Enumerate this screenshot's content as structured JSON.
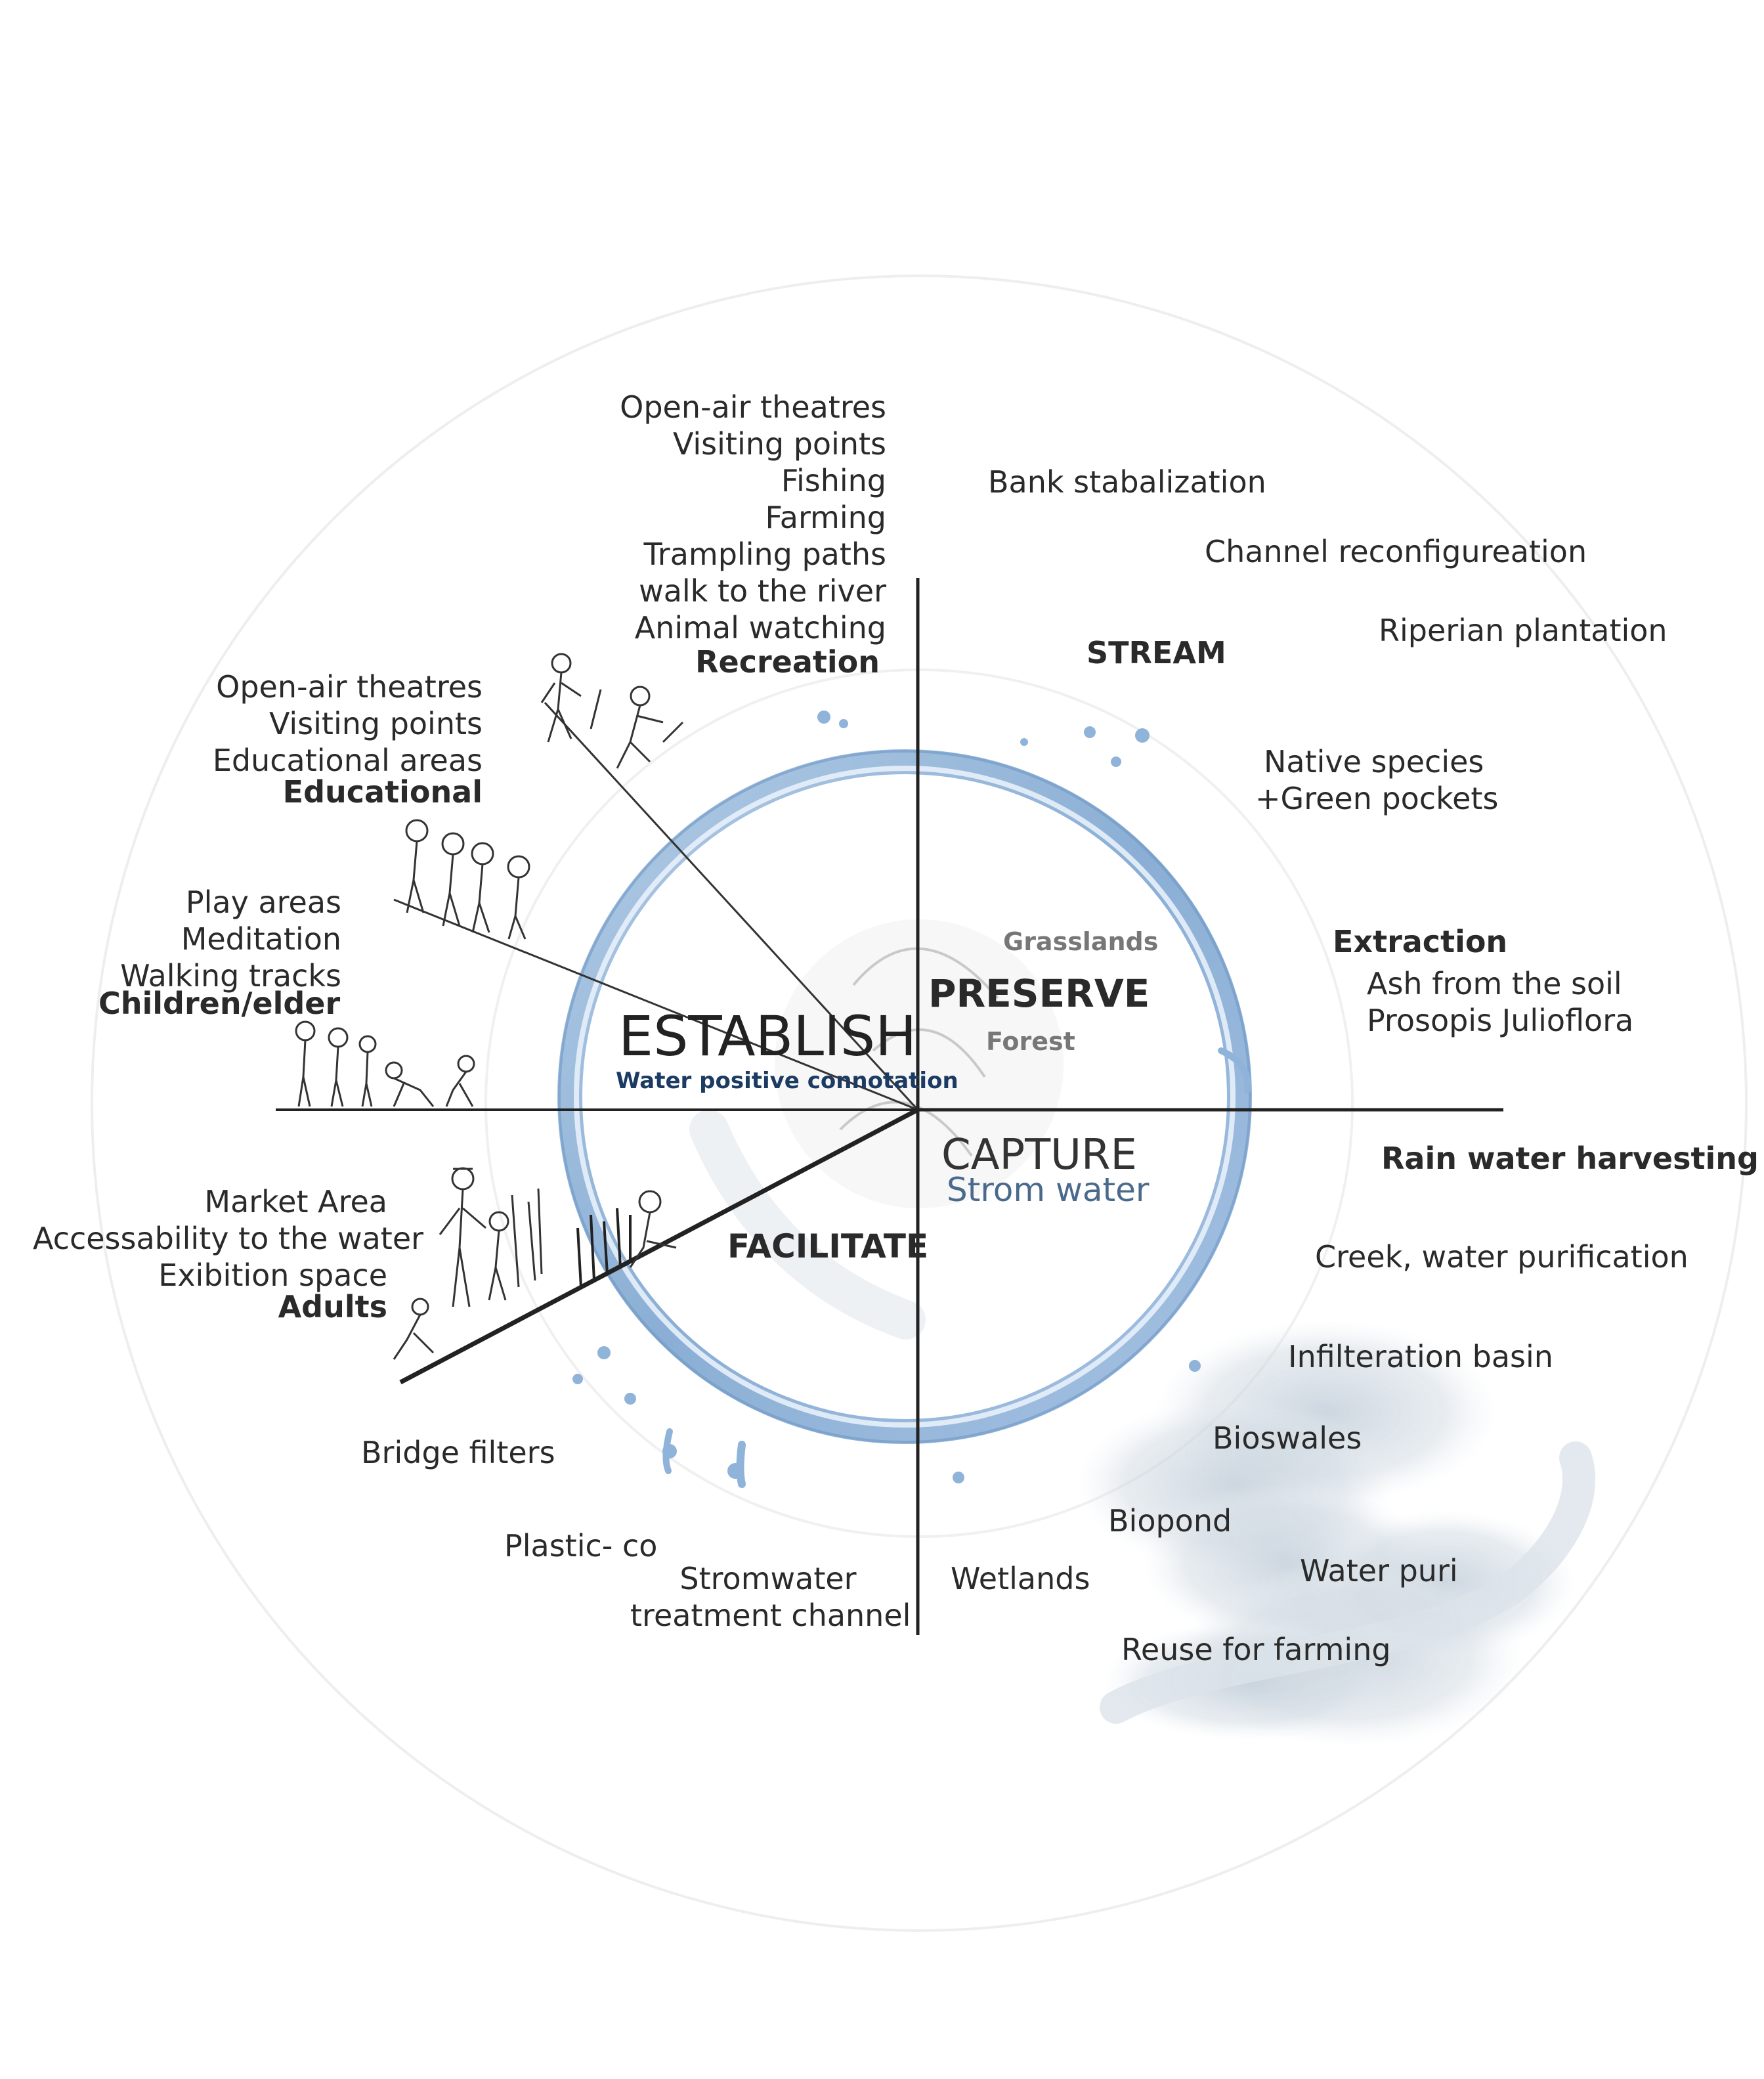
{
  "recreation": {
    "items": [
      "Open-air theatres",
      "Visiting points",
      "Fishing",
      "Farming",
      "Trampling paths",
      "walk to the river",
      "Animal watching"
    ],
    "heading": "Recreation"
  },
  "educational": {
    "items": [
      "Open-air theatres",
      "Visiting points",
      "Educational areas"
    ],
    "heading": "Educational"
  },
  "children": {
    "items": [
      "Play areas",
      "Meditation",
      "Walking tracks"
    ],
    "heading": "Children/elder"
  },
  "adults": {
    "items": [
      "Market Area",
      "Accessability to the water",
      "Exibition space"
    ],
    "heading": "Adults"
  },
  "stream": {
    "heading": "STREAM",
    "bank": "Bank stabalization",
    "channel": "Channel reconfigureation",
    "riperian": "Riperian plantation",
    "native1": "Native species",
    "native2": "+Green pockets"
  },
  "extraction": {
    "heading": "Extraction",
    "items": [
      "Ash from the soil",
      "Prosopis Julioflora"
    ]
  },
  "rain": {
    "heading": "Rain water harvesting",
    "creek": "Creek, water purification",
    "infiltration": "Infilteration basin",
    "bioswales": "Bioswales",
    "biopond": "Biopond",
    "water_puri": "Water puri",
    "reuse": "Reuse for farming",
    "wetlands": "Wetlands"
  },
  "facilitate_items": {
    "bridge": "Bridge filters",
    "plastic": "Plastic- co",
    "storm1": "Stromwater",
    "storm2": "treatment channel"
  },
  "center": {
    "establish": "ESTABLISH",
    "establish_sub": "Water positive connotation",
    "preserve": "PRESERVE",
    "grasslands": "Grasslands",
    "forest": "Forest",
    "capture": "CAPTURE",
    "capture_sub": "Strom water",
    "facilitate": "FACILITATE"
  },
  "colors": {
    "water_ring": "#8fb3d9",
    "water_dark": "#5d86b5",
    "wash": "#c9d4de",
    "blue_text": "#1c3b63"
  }
}
